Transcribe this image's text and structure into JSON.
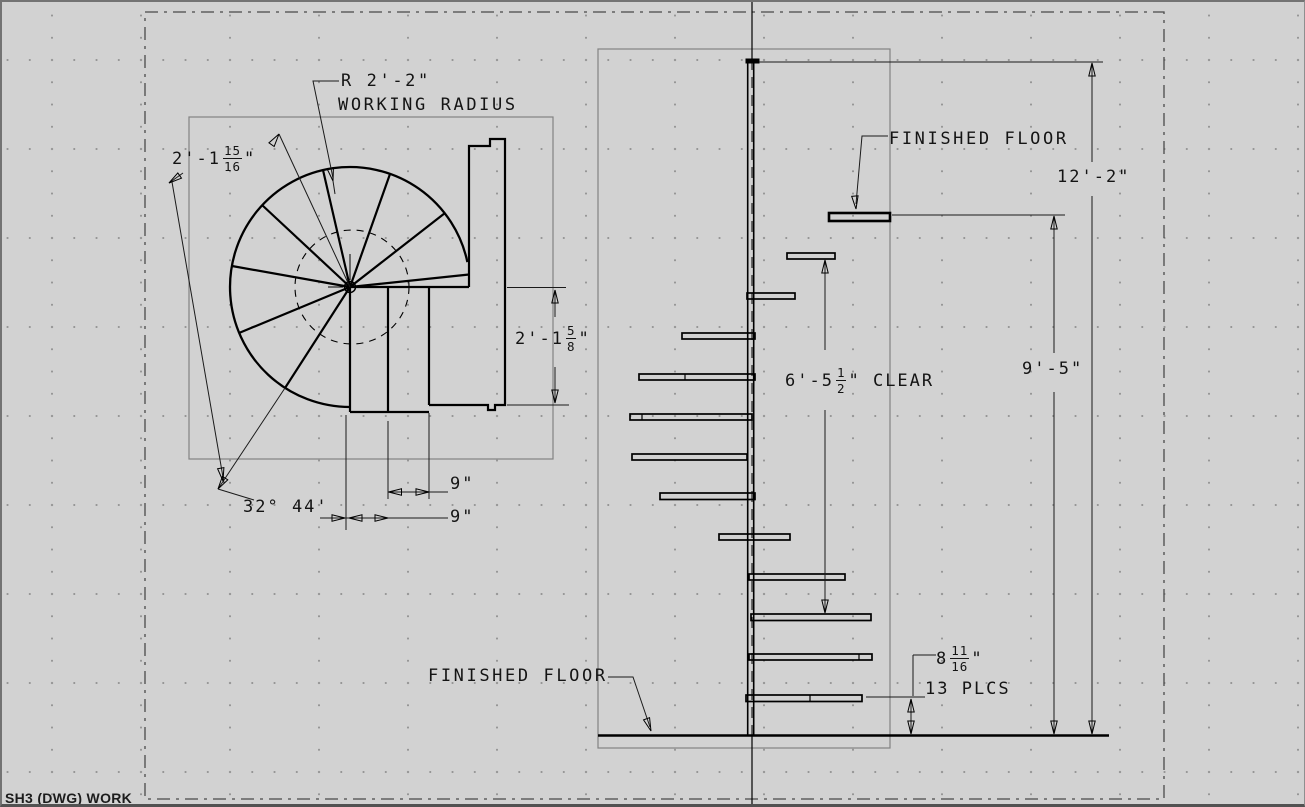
{
  "window": {
    "status_label": "SH3 (DWG) WORK"
  },
  "plan_view": {
    "radius_label_line1": "R 2'-2\"",
    "radius_label_line2": "WORKING RADIUS",
    "dim_outer_radius": {
      "whole": "2'-1",
      "num": "15",
      "den": "16",
      "suffix": "\""
    },
    "dim_landing_depth": {
      "whole": "2'-1",
      "num": "5",
      "den": "8",
      "suffix": "\""
    },
    "dim_tread_width_upper": "9\"",
    "dim_tread_width_lower": "9\"",
    "dim_tread_angle": "32° 44'"
  },
  "elevation_view": {
    "finished_floor_upper": "FINISHED FLOOR",
    "finished_floor_lower": "FINISHED FLOOR",
    "dim_overall_height": "12'-2\"",
    "dim_floor_to_landing": "9'-5\"",
    "dim_headroom": {
      "whole": "6'-5",
      "num": "1",
      "den": "2",
      "suffix": "\" CLEAR"
    },
    "dim_riser": {
      "whole": "8",
      "num": "11",
      "den": "16",
      "suffix": "\""
    },
    "dim_riser_count": "13 PLCS"
  }
}
